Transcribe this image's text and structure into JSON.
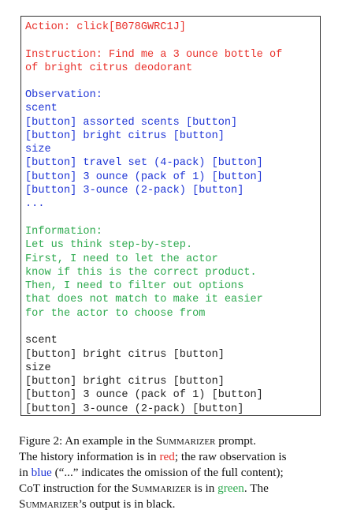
{
  "prompt_box": {
    "action": "Action: click[B078GWRC1J]",
    "instruction": [
      "Instruction: Find me a 3 ounce bottle of",
      "of bright citrus deodorant"
    ],
    "observation": [
      "Observation:",
      "scent",
      "[button] assorted scents [button]",
      "[button] bright citrus [button]",
      "size",
      "[button] travel set (4-pack) [button]",
      "[button] 3 ounce (pack of 1) [button]",
      "[button] 3-ounce (2-pack) [button]",
      "..."
    ],
    "information": [
      "Information:",
      "Let us think step-by-step.",
      "First, I need to let the actor",
      "know if this is the correct product.",
      "Then, I need to filter out options",
      "that does not match to make it easier",
      "for the actor to choose from"
    ],
    "output": [
      "scent",
      "[button] bright citrus [button]",
      "size",
      "[button] bright citrus [button]",
      "[button] 3 ounce (pack of 1) [button]",
      "[button] 3-ounce (2-pack) [button]"
    ]
  },
  "caption": {
    "l1_a": "Figure 2: An example in the ",
    "l1_sc": "Summarizer",
    "l1_b": " prompt.",
    "l2_a": "The history information is in ",
    "l2_red": "red",
    "l2_b": "; the raw observation is",
    "l3_a": "in ",
    "l3_blue": "blue",
    "l3_b": " (“...” indicates the omission of the full content);",
    "l4_a": "CoT instruction for the ",
    "l4_sc": "Summarizer",
    "l4_b": " is in ",
    "l4_green": "green",
    "l4_c": ". The",
    "l5_sc": "Summarizer",
    "l5_a": "’s output is in black."
  },
  "colors": {
    "history": "#e8302a",
    "observation": "#1f35d6",
    "cot": "#2eaa4f",
    "output": "#222222"
  }
}
